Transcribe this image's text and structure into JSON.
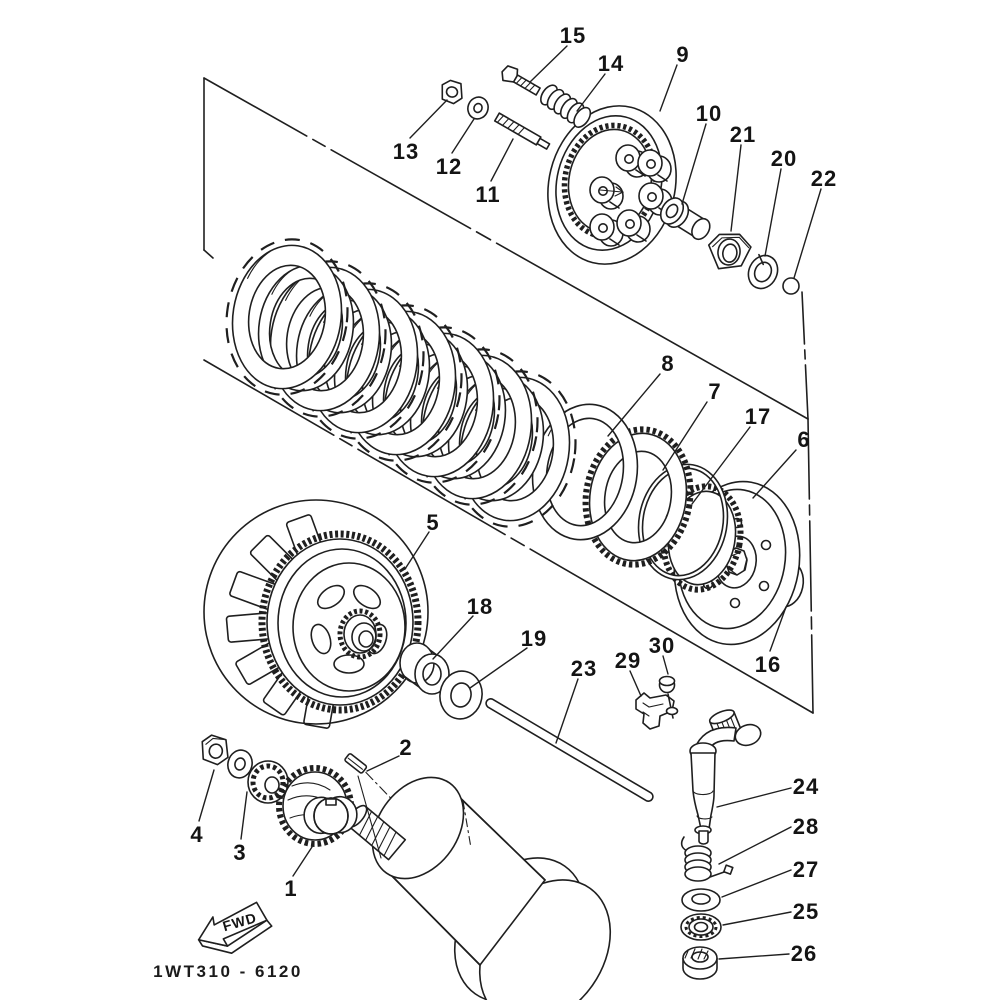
{
  "figure": {
    "drawing_code": "1WT310 - 6120",
    "fwd_label": "FWD",
    "callouts": [
      "1",
      "2",
      "3",
      "4",
      "5",
      "6",
      "7",
      "8",
      "9",
      "10",
      "11",
      "12",
      "13",
      "14",
      "15",
      "16",
      "17",
      "18",
      "19",
      "20",
      "21",
      "22",
      "23",
      "24",
      "25",
      "26",
      "27",
      "28",
      "29",
      "30"
    ]
  }
}
